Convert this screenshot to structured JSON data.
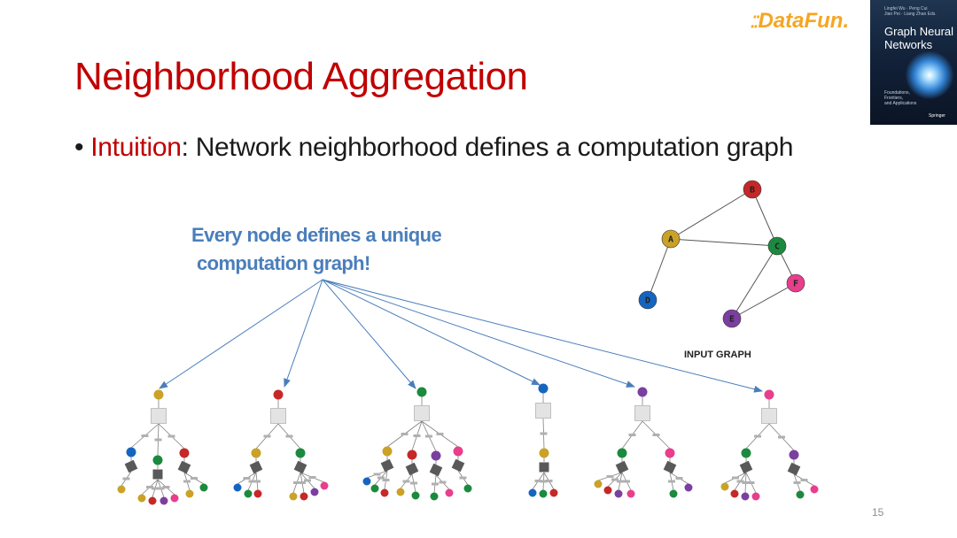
{
  "slide": {
    "title": "Neighborhood Aggregation",
    "bullet_prefix": "• ",
    "bullet_emphasis": "Intuition",
    "bullet_text": ": Network neighborhood defines a computation graph",
    "callout_line1": "Every node defines a unique",
    "callout_line2": "computation graph!",
    "page_number": "15"
  },
  "logo": {
    "text": "DataFun."
  },
  "book": {
    "authors_line1": "Lingfei Wu · Peng Cui",
    "authors_line2": "Jian Pei · Liang Zhao   Eds.",
    "title_line1": "Graph Neural",
    "title_line2": "Networks",
    "subtitle_line1": "Foundations,",
    "subtitle_line2": "Frontiers,",
    "subtitle_line3": "and Applications",
    "publisher": "Springer"
  },
  "input_graph": {
    "label": "INPUT GRAPH",
    "nodes": [
      {
        "id": "A",
        "color": "#c9a227"
      },
      {
        "id": "B",
        "color": "#c62828"
      },
      {
        "id": "C",
        "color": "#1b8a3e"
      },
      {
        "id": "D",
        "color": "#1565c0"
      },
      {
        "id": "E",
        "color": "#7b3fa0"
      },
      {
        "id": "F",
        "color": "#e83e8c"
      }
    ],
    "edges": [
      [
        "A",
        "B"
      ],
      [
        "A",
        "C"
      ],
      [
        "B",
        "C"
      ],
      [
        "A",
        "D"
      ],
      [
        "C",
        "E"
      ],
      [
        "C",
        "F"
      ],
      [
        "E",
        "F"
      ]
    ]
  },
  "colors": {
    "title": "#c00000",
    "callout": "#4a7ebb",
    "arrow": "#4a7ebb",
    "box": "#e3e3e3",
    "dark_box": "#595959",
    "edge": "#808080"
  }
}
